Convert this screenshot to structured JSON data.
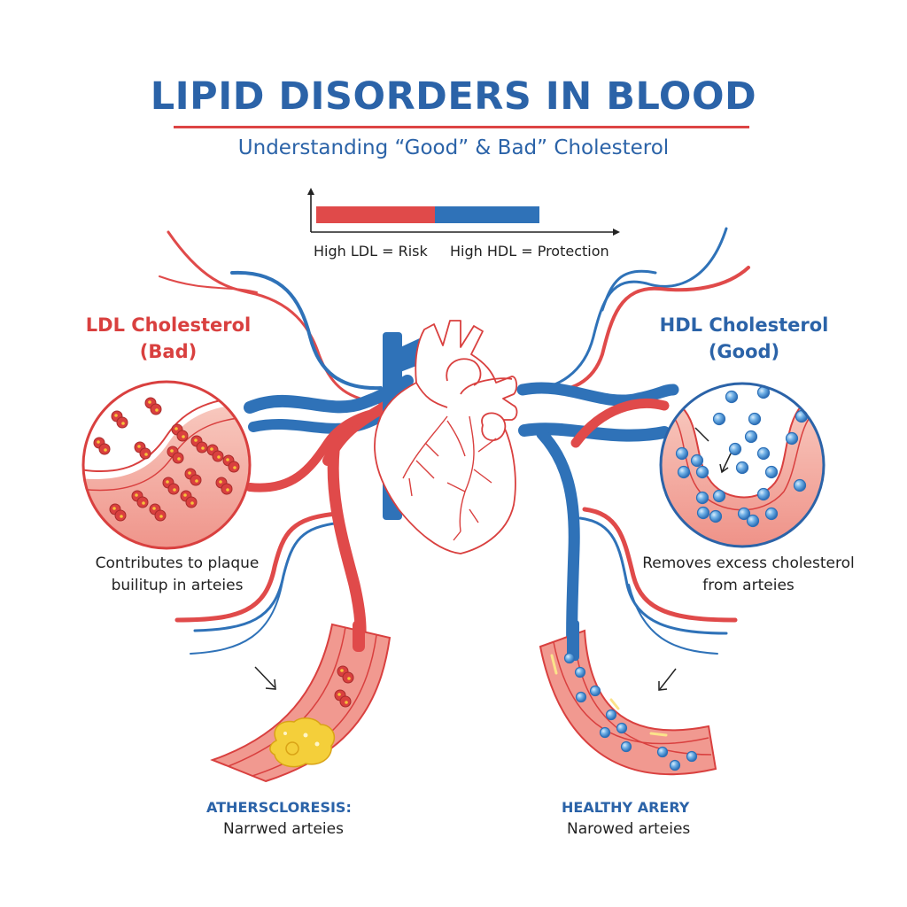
{
  "header": {
    "title": "LIPID DISORDERS IN BLOOD",
    "subtitle": "Understanding “Good” & Bad” Cholesterol"
  },
  "legend": {
    "ldl_label": "High LDL = Risk",
    "hdl_label": "High HDL = Protection",
    "ldl_color": "#e04a4a",
    "hdl_color": "#2f72b8"
  },
  "ldl_panel": {
    "heading_line1": "LDL Cholesterol",
    "heading_line2": "(Bad)",
    "description_line1": "Contributes to plaque",
    "description_line2": "builitup in arteies",
    "color": "#d9403f"
  },
  "hdl_panel": {
    "heading_line1": "HDL Cholesterol",
    "heading_line2": "(Good)",
    "description_line1": "Removes excess cholesterol",
    "description_line2": "from arteies",
    "color": "#2b63a8"
  },
  "bottom_left": {
    "title": "ATHERSCLORESIS:",
    "subtitle": "Narrwed arteies"
  },
  "bottom_right": {
    "title": "HEALTHY ARERY",
    "subtitle": "Narowed arteies"
  },
  "icons": {
    "center": "heart-icon",
    "left_magnifier": "ldl-particles-icon",
    "right_magnifier": "hdl-particles-icon"
  }
}
